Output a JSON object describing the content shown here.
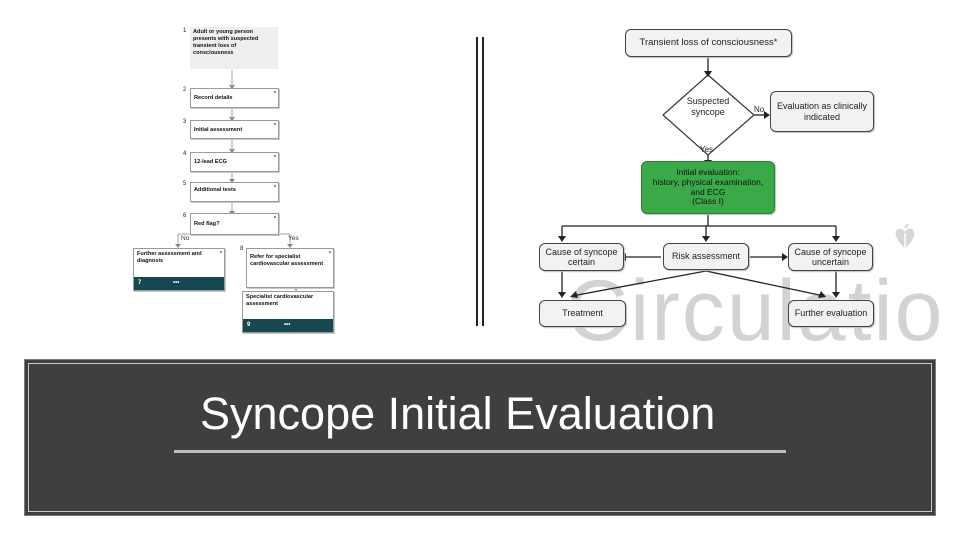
{
  "left_chart": {
    "steps": [
      {
        "num": "1",
        "text": "Adult or young person presents with suspected transient loss of consciousness"
      },
      {
        "num": "2",
        "text": "Record details"
      },
      {
        "num": "3",
        "text": "Initial assessment"
      },
      {
        "num": "4",
        "text": "12-lead ECG"
      },
      {
        "num": "5",
        "text": "Additional tests"
      },
      {
        "num": "6",
        "text": "Red flag?"
      }
    ],
    "no_label": "No",
    "yes_label": "Yes",
    "further": {
      "text": "Further assessment and diagnosis",
      "footer_num": "7",
      "footer_dots": "•••"
    },
    "refer": {
      "num": "8",
      "text": "Refer for specialist cardiovascular assessment"
    },
    "specialist": {
      "text": "Specialist cardiovascular assessment",
      "footer_num": "9",
      "footer_dots": "•••"
    }
  },
  "right_chart": {
    "top": "Transient loss of consciousness*",
    "decision": "Suspected syncope",
    "no_label": "No",
    "yes_label": "Yes",
    "clinical": "Evaluation as clinically indicated",
    "initial_line1": "Initial evaluation:",
    "initial_line2": "history, physical examination,",
    "initial_line3": "and ECG",
    "initial_line4": "(Class I)",
    "certain": "Cause of syncope certain",
    "risk": "Risk assessment",
    "uncertain": "Cause of syncope uncertain",
    "treatment": "Treatment",
    "further": "Further evaluation",
    "watermark": "Circulatio"
  },
  "slide": {
    "title": "Syncope Initial Evaluation"
  }
}
